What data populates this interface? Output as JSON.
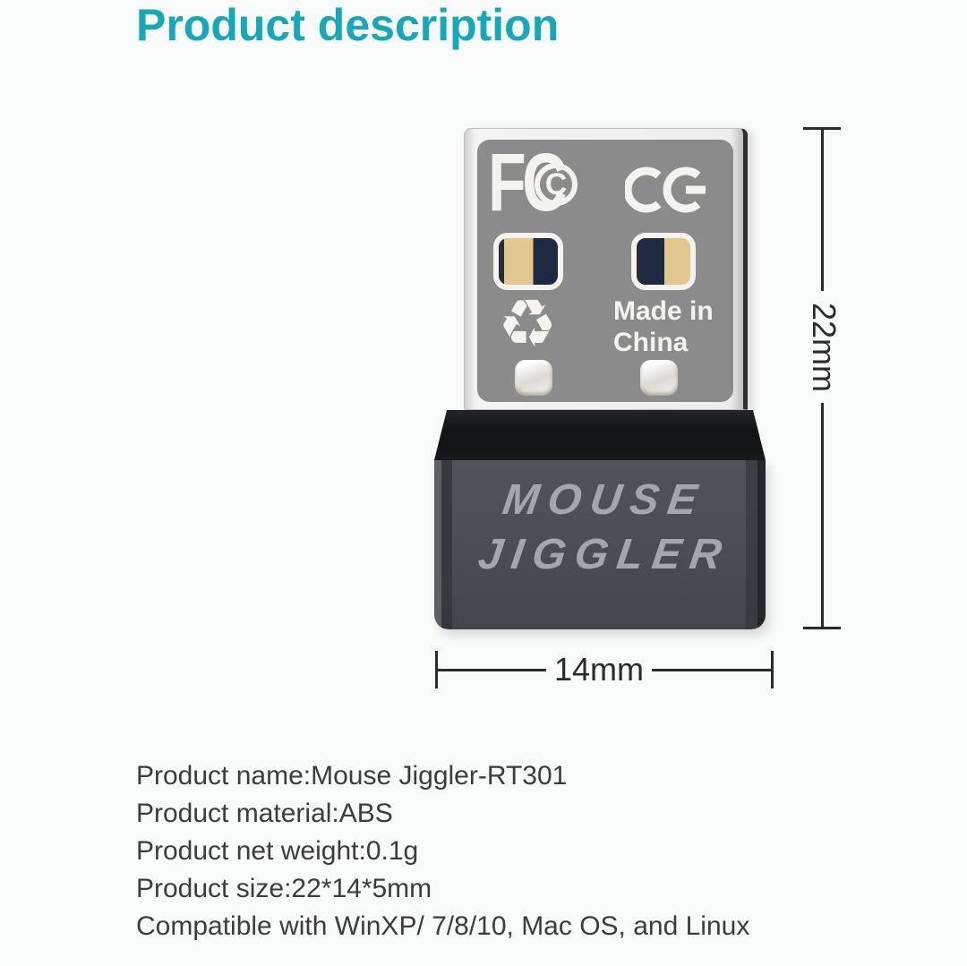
{
  "colors": {
    "background": "#f8f9f9",
    "accent": "#17a8b8",
    "panel": "#8b8b8b",
    "gold": "#dfc78e",
    "navy": "#1d2a42",
    "white-print": "#f4f3ef",
    "body-face": "#4a4e53",
    "brand-text": "#a2a7ab",
    "line": "#2b2b2b",
    "text": "#3c3c3c"
  },
  "page": {
    "title": "Product description"
  },
  "device": {
    "usb": {
      "fcc": {
        "letters": "FC",
        "circled_letter": "C"
      },
      "ce_text": "CE",
      "recycle_glyph": "♻",
      "made_in_line1": "Made in",
      "made_in_line2": "China"
    },
    "body": {
      "brand_line1": "MOUSE",
      "brand_line2": "JIGGLER"
    }
  },
  "dimensions": {
    "height_label": "22mm",
    "width_label": "14mm"
  },
  "specs": {
    "lines": [
      "Product name:Mouse Jiggler-RT301",
      "Product material:ABS",
      "Product net weight:0.1g",
      "Product size:22*14*5mm",
      "Compatible with WinXP/ 7/8/10, Mac OS, and Linux"
    ]
  }
}
